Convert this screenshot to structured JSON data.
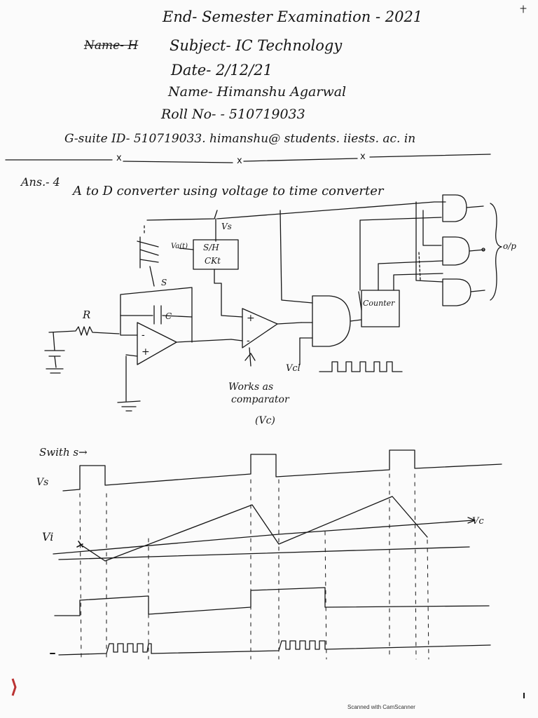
{
  "header": {
    "title": "End- Semester Examination - 2021",
    "struck_text": "Name- H",
    "subject": "Subject- IC Technology",
    "date": "Date- 2/12/21",
    "name": "Name- Himanshu Agarwal",
    "roll": "Roll No- - 510719033",
    "gsuite": "G-suite ID- 510719033. himanshu@ students. iiests. ac. in",
    "separator_marks": [
      "x",
      "x",
      "x"
    ]
  },
  "answer": {
    "number": "Ans.- 4",
    "heading": "A to D converter using voltage to time converter"
  },
  "circuit": {
    "vs": "Vs",
    "vin": "Va(t)",
    "sh_line1": "S/H",
    "sh_line2": "CKt",
    "switch": "S",
    "r": "R",
    "c": "C",
    "opamp_minus": "-",
    "opamp_plus": "+",
    "comp_plus": "+",
    "comp_minus": "-",
    "counter": "Counter",
    "output": "o/p",
    "clock": "Vcl",
    "note_line1": "Works as",
    "note_line2": "comparator",
    "note_line3": "(Vc)"
  },
  "waveforms": {
    "switch_label": "Swith s→",
    "vs_label": "Vs",
    "vi_label": "Vi",
    "vc_label": "Vc"
  },
  "footer": "Scanned with CamScanner",
  "ink_color": "#161616"
}
